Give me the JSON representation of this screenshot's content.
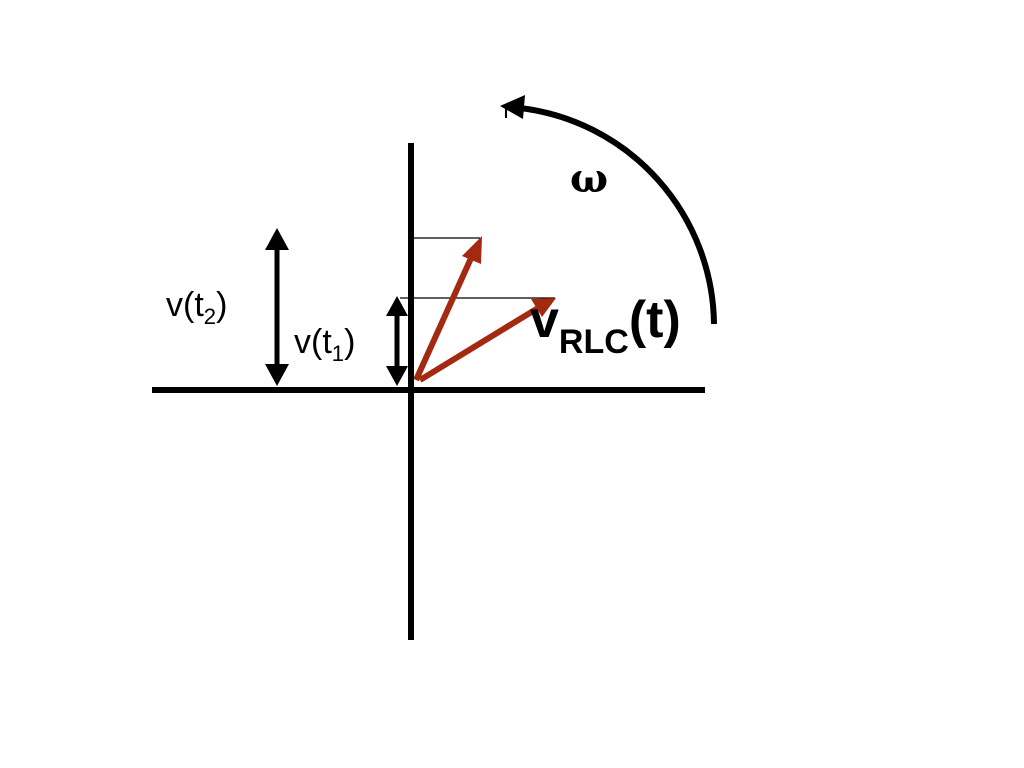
{
  "labels": {
    "v_t2": {
      "base": "v(t",
      "sub": "2",
      "close": ")"
    },
    "v_t1": {
      "base": "v(t",
      "sub": "1",
      "close": ")"
    },
    "omega": "ω",
    "phasor": {
      "base": "v",
      "sub": "RLC",
      "suffix": "(t)"
    }
  },
  "colors": {
    "axis": "#000000",
    "phasor": "#a32a10",
    "projection_line": "#000000",
    "background": "#ffffff"
  }
}
